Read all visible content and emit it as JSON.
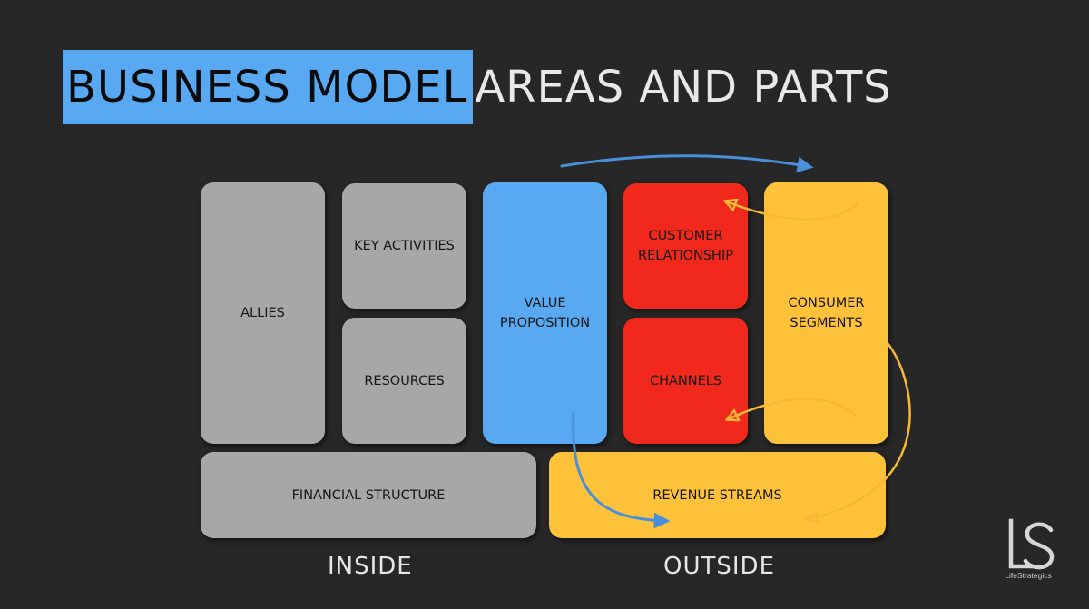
{
  "title": {
    "highlight": "BUSINESS MODEL",
    "rest": "AREAS AND PARTS"
  },
  "blocks": {
    "allies": "ALLIES",
    "key_activities": "KEY ACTIVITIES",
    "resources": "RESOURCES",
    "value_proposition": "VALUE\nPROPOSITION",
    "customer_relationship": "CUSTOMER\nRELATIONSHIP",
    "channels": "CHANNELS",
    "consumer_segments": "CONSUMER\nSEGMENTS",
    "financial_structure": "FINANCIAL STRUCTURE",
    "revenue_streams": "REVENUE STREAMS"
  },
  "labels": {
    "inside": "INSIDE",
    "outside": "OUTSIDE"
  },
  "logo": {
    "caption": "LifeStrategics"
  },
  "colors": {
    "background": "#272727",
    "internal_gray": "#A6A7A6",
    "value_blue": "#58A8F2",
    "relationship_red": "#F0291C",
    "segment_yellow": "#FDC13A",
    "arrow_blue": "#4A90D9",
    "arrow_yellow": "#F5B935"
  }
}
